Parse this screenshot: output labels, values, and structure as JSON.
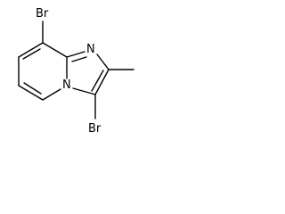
{
  "molecule": {
    "atoms": {
      "br_top": "Br",
      "n_imidazole": "N",
      "n_bridge": "N",
      "br_bottom": "Br"
    },
    "colors": {
      "bond": "#000000",
      "label": "#000000",
      "background": "#ffffff"
    }
  }
}
